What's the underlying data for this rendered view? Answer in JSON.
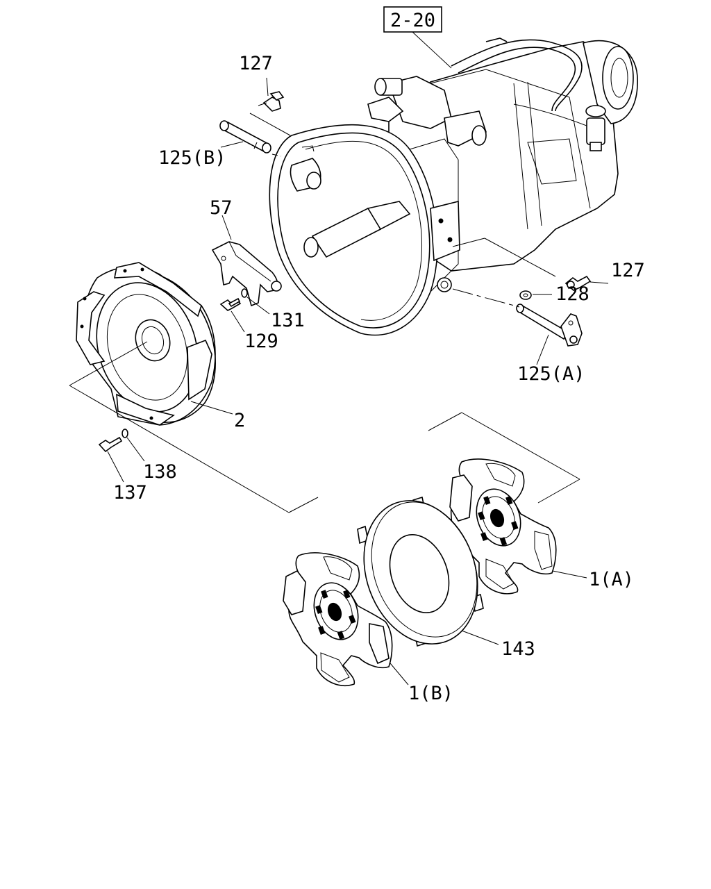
{
  "reference_box": "2-20",
  "callouts": {
    "bolt_top": "127",
    "pin_b": "125(B)",
    "fork": "57",
    "cover_lock_washer": "131",
    "cover_bolt": "129",
    "pressure_plate": "2",
    "lock_washer": "138",
    "bolt": "137",
    "bolt_right": "127",
    "washer_right": "128",
    "pin_a": "125(A)",
    "disc_a": "1(A)",
    "intermediate_plate": "143",
    "disc_b": "1(B)"
  }
}
